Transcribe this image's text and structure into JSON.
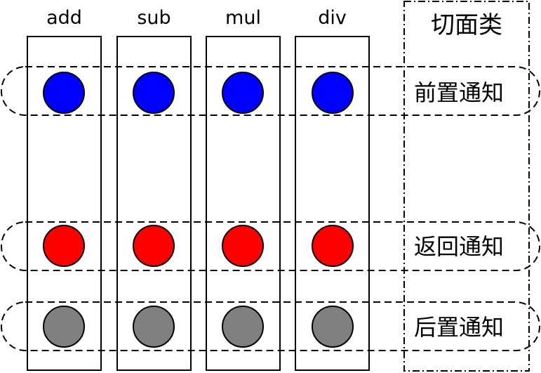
{
  "columns": [
    {
      "label": "add"
    },
    {
      "label": "sub"
    },
    {
      "label": "mul"
    },
    {
      "label": "div"
    }
  ],
  "aspect": {
    "title": "切面类"
  },
  "bands": [
    {
      "label": "前置通知",
      "dot_color": "#0000ff"
    },
    {
      "label": "返回通知",
      "dot_color": "#ff0000"
    },
    {
      "label": "后置通知",
      "dot_color": "#808080"
    }
  ]
}
